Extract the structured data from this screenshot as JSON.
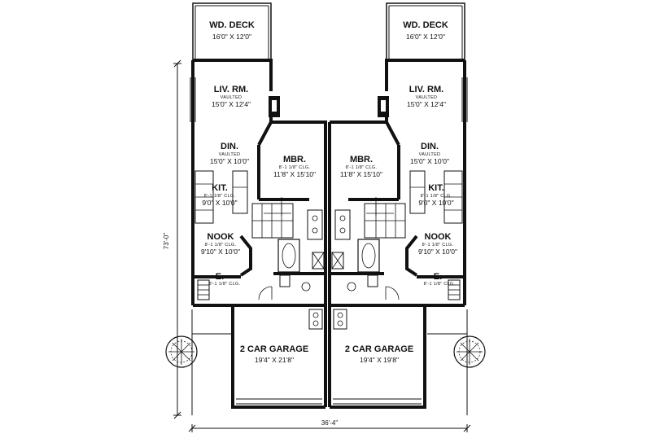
{
  "plan": {
    "overall_width": "36'-4\"",
    "overall_depth": "73'-0\""
  },
  "left": {
    "deck": {
      "name": "WD. DECK",
      "dims": "16'0\" X 12'0\""
    },
    "living": {
      "name": "LIV. RM.",
      "note": "VAULTED",
      "dims": "15'0\" X 12'4\""
    },
    "dining": {
      "name": "DIN.",
      "note": "VAULTED",
      "dims": "15'0\" X 10'0\""
    },
    "master": {
      "name": "MBR.",
      "note": "8'-1 1/8\" CLG.",
      "dims": "11'8\" X 15'10\""
    },
    "kitchen": {
      "name": "KIT.",
      "note": "8'-1 1/8\" CLG.",
      "dims": "9'0\" X 10'0\""
    },
    "nook": {
      "name": "NOOK",
      "note": "8'-1 1/8\" CLG.",
      "dims": "9'10\" X 10'0\""
    },
    "entry": {
      "name": "E.",
      "note": "8'-1 1/8\" CLG."
    },
    "garage": {
      "name": "2 CAR GARAGE",
      "dims": "19'4\" X 21'8\""
    }
  },
  "right": {
    "deck": {
      "name": "WD. DECK",
      "dims": "16'0\" X 12'0\""
    },
    "living": {
      "name": "LIV. RM.",
      "note": "VAULTED",
      "dims": "15'0\" X 12'4\""
    },
    "dining": {
      "name": "DIN.",
      "note": "VAULTED",
      "dims": "15'0\" X 10'0\""
    },
    "master": {
      "name": "MBR.",
      "note": "8'-1 1/8\" CLG.",
      "dims": "11'8\" X 15'10\""
    },
    "kitchen": {
      "name": "KIT.",
      "note": "8'-1 1/8\" CLG.",
      "dims": "9'0\" X 10'0\""
    },
    "nook": {
      "name": "NOOK",
      "note": "8'-1 1/8\" CLG.",
      "dims": "9'10\" X 10'0\""
    },
    "entry": {
      "name": "E.",
      "note": "8'-1 1/8\" CLG."
    },
    "garage": {
      "name": "2 CAR GARAGE",
      "dims": "19'4\" X 19'8\""
    }
  }
}
